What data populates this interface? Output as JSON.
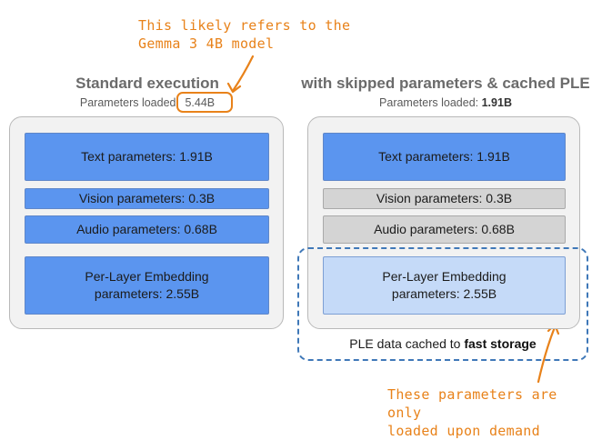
{
  "annotations": {
    "top_line1": "This likely refers to the",
    "top_line2": "Gemma 3 4B model",
    "bottom_line1": "These parameters are only",
    "bottom_line2": "loaded upon demand"
  },
  "left": {
    "title": "Standard execution",
    "loaded_label": "Parameters loaded:",
    "loaded_value": "5.44B",
    "blocks": {
      "text": "Text parameters: 1.91B",
      "vision": "Vision parameters: 0.3B",
      "audio": "Audio parameters: 0.68B",
      "ple_line1": "Per-Layer Embedding",
      "ple_line2": "parameters: 2.55B"
    }
  },
  "right": {
    "title": "with skipped parameters & cached PLE",
    "loaded_label": "Parameters loaded:",
    "loaded_value": "1.91B",
    "blocks": {
      "text": "Text parameters: 1.91B",
      "vision": "Vision parameters: 0.3B",
      "audio": "Audio parameters: 0.68B",
      "ple_line1": "Per-Layer Embedding",
      "ple_line2": "parameters: 2.55B"
    },
    "cache_caption_prefix": "PLE data cached to",
    "cache_caption_bold": "fast storage"
  },
  "colors": {
    "active_block": "#5b95ef",
    "skipped_block": "#d4d4d4",
    "cached_block": "#c5daf8",
    "annotation": "#e8821a",
    "dashed_border": "#3f78b8"
  }
}
